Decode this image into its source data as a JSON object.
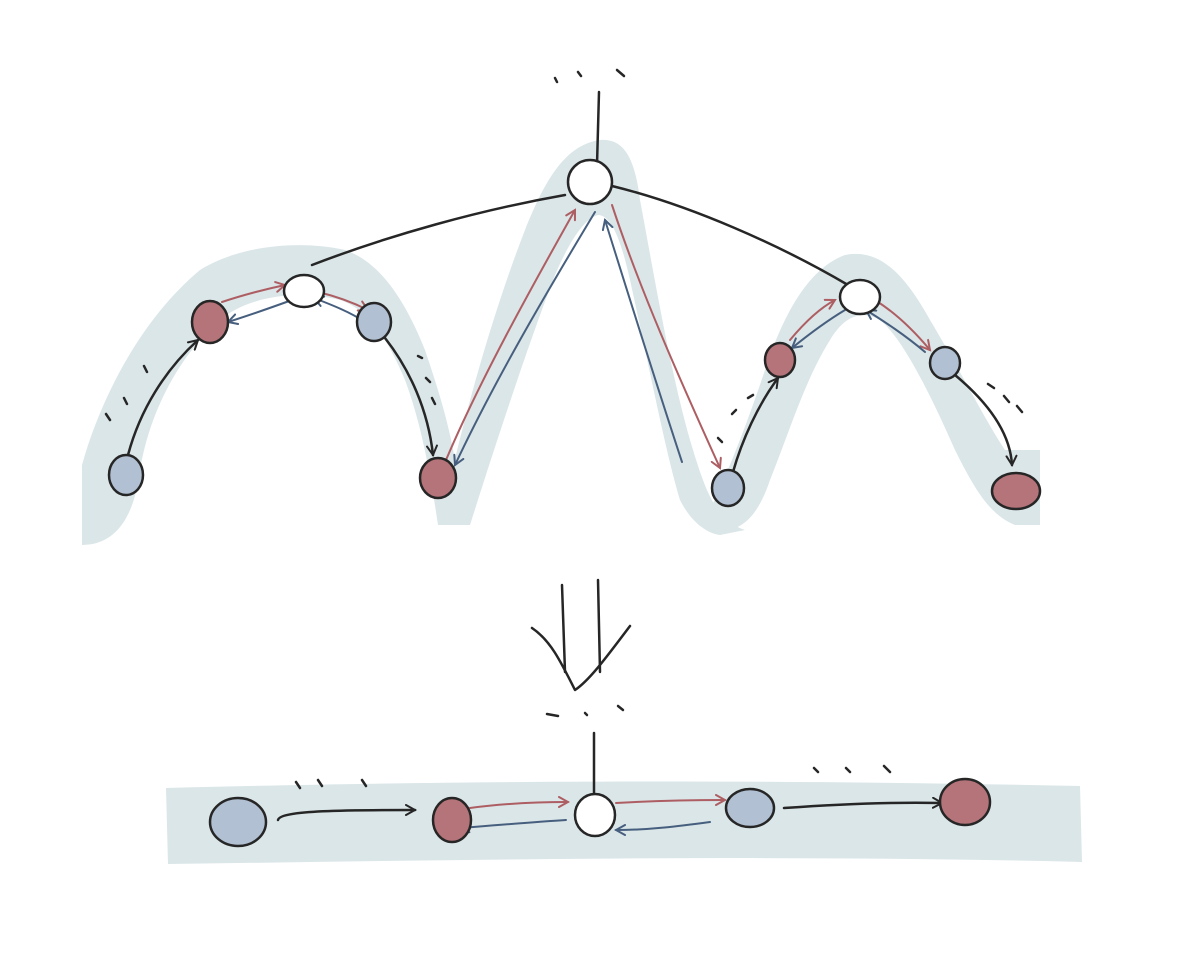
{
  "colors": {
    "background": "#ffffff",
    "band": "#dbe6e8",
    "ink": "#262626",
    "node_red": "#b57479",
    "node_blue": "#b1c1d3",
    "node_white": "#ffffff",
    "arrow_red": "#ad5e63",
    "arrow_blue": "#475f7e"
  },
  "top_graph": {
    "nodes": [
      {
        "id": "root",
        "kind": "white"
      },
      {
        "id": "left-mid",
        "kind": "white"
      },
      {
        "id": "right-mid",
        "kind": "white"
      },
      {
        "id": "left-red",
        "kind": "red"
      },
      {
        "id": "left-blue",
        "kind": "blue"
      },
      {
        "id": "left-far-blue",
        "kind": "blue"
      },
      {
        "id": "center-red",
        "kind": "red"
      },
      {
        "id": "center-blue",
        "kind": "blue"
      },
      {
        "id": "right-red",
        "kind": "red"
      },
      {
        "id": "right-blue",
        "kind": "blue"
      },
      {
        "id": "right-far-red",
        "kind": "red"
      }
    ]
  },
  "bottom_chain": {
    "nodes": [
      {
        "id": "chain-blue-start",
        "kind": "blue"
      },
      {
        "id": "chain-red",
        "kind": "red"
      },
      {
        "id": "chain-white",
        "kind": "white"
      },
      {
        "id": "chain-blue",
        "kind": "blue"
      },
      {
        "id": "chain-red-end",
        "kind": "red"
      }
    ]
  },
  "transition_arrow": {
    "direction": "down"
  }
}
